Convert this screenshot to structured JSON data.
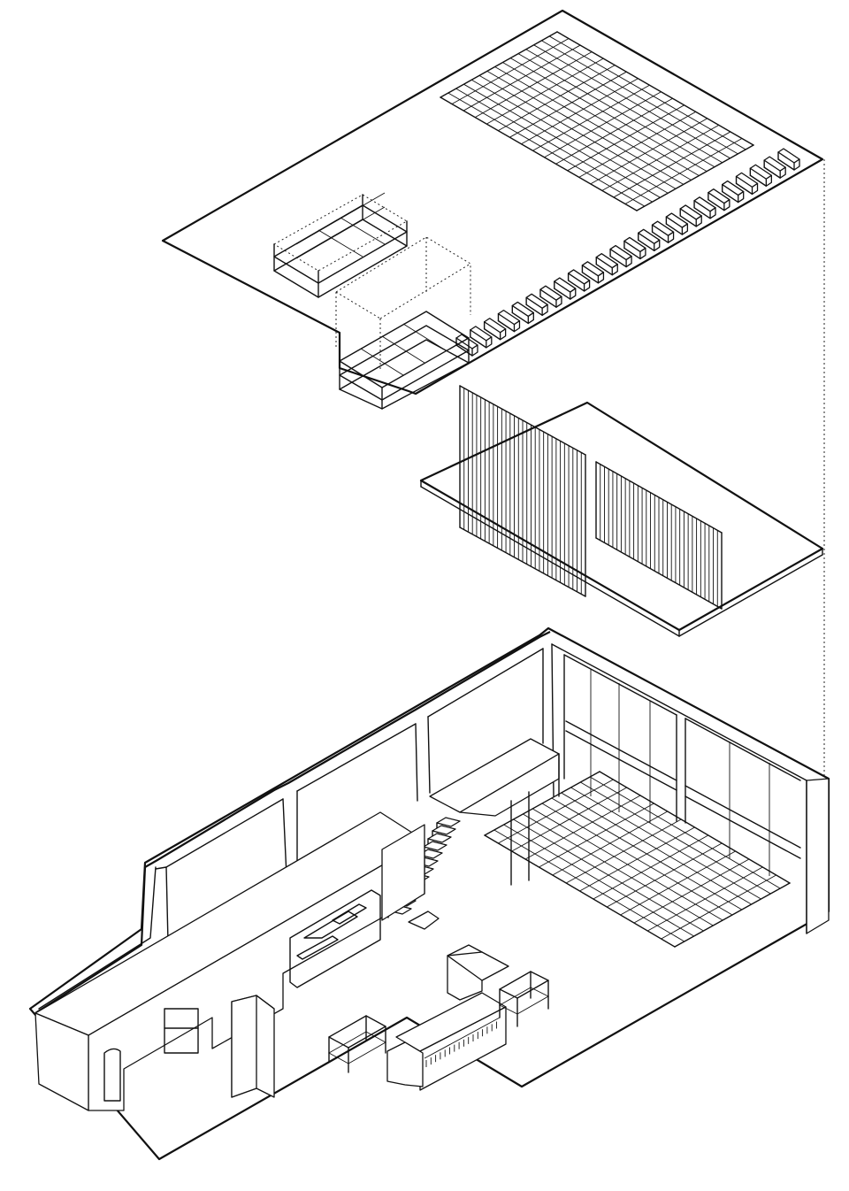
{
  "drawing": {
    "style": "axonometric exploded line drawing",
    "line_color": "#111111",
    "background": "#ffffff",
    "layers": [
      "ceiling-layer",
      "curtain-layer",
      "ground-floor-layer"
    ]
  }
}
